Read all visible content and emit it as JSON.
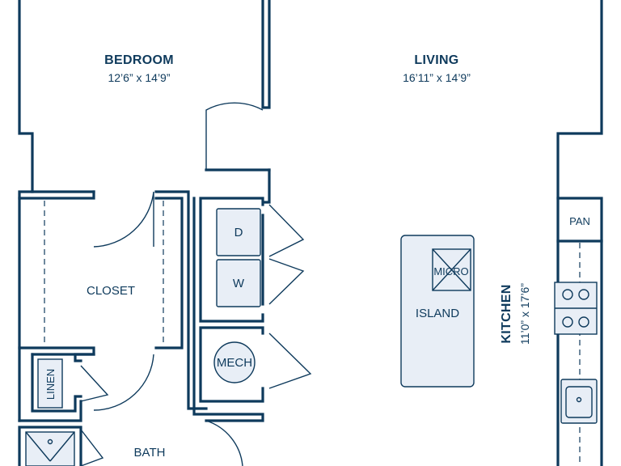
{
  "rooms": {
    "bedroom": {
      "name": "BEDROOM",
      "dims": "12’6” x 14’9”"
    },
    "living": {
      "name": "LIVING",
      "dims": "16’11” x 14’9”"
    },
    "kitchen": {
      "name": "KITCHEN",
      "dims": "11’0” x 17’6”"
    },
    "closet": {
      "name": "CLOSET"
    },
    "bath": {
      "name": "BATH"
    },
    "linen": {
      "name": "LINEN"
    }
  },
  "fixtures": {
    "dryer": "D",
    "washer": "W",
    "mech": "MECH",
    "island": "ISLAND",
    "micro": "MICRO",
    "pantry": "PAN"
  },
  "colors": {
    "wall": "#0e3a5c",
    "fixture_fill": "#e8eef6",
    "background": "#ffffff"
  }
}
